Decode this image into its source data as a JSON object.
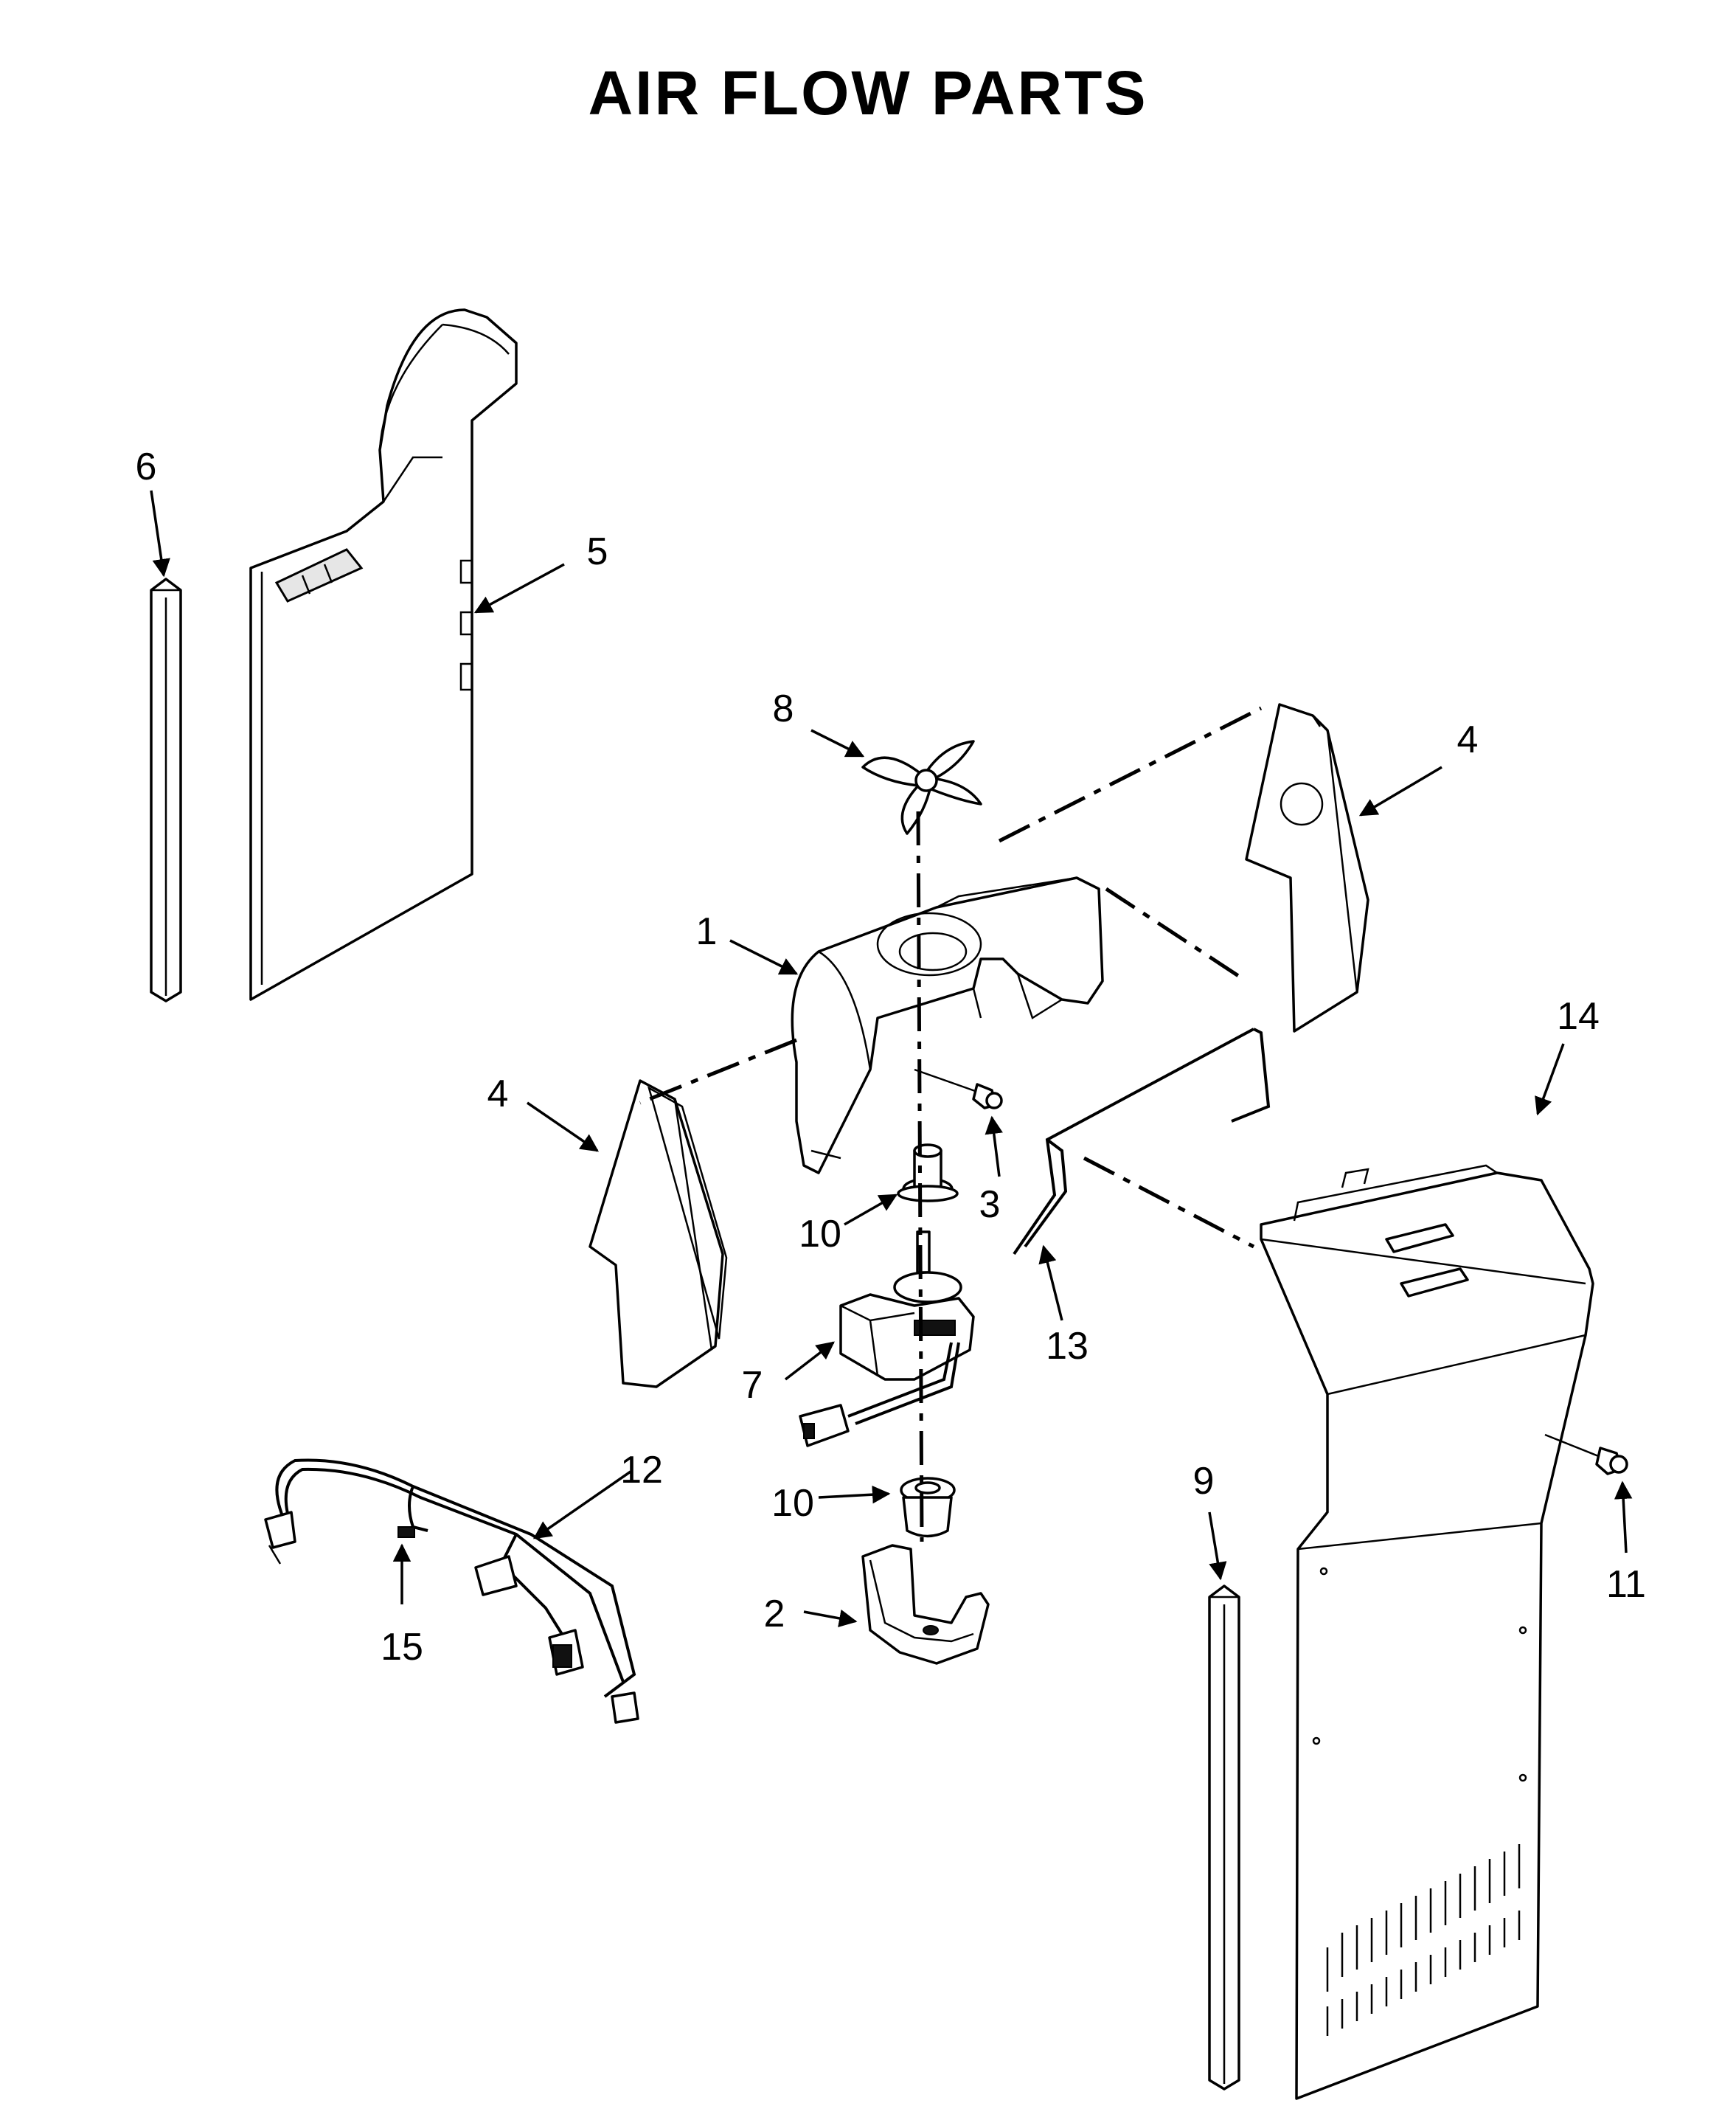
{
  "title": "AIR FLOW PARTS",
  "callouts": {
    "c1": "1",
    "c2": "2",
    "c3": "3",
    "c4a": "4",
    "c4b": "4",
    "c5": "5",
    "c6": "6",
    "c7": "7",
    "c8": "8",
    "c9": "9",
    "c10a": "10",
    "c10b": "10",
    "c11": "11",
    "c12": "12",
    "c13": "13",
    "c14": "14",
    "c15": "15"
  }
}
